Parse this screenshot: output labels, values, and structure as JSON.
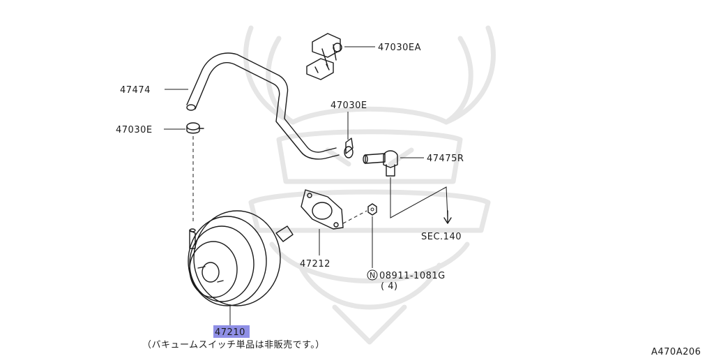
{
  "diagram": {
    "callouts": {
      "p47030ea": "47030EA",
      "p47474": "47474",
      "p47030e_left": "47030E",
      "p47030e_mid": "47030E",
      "p47475r": "47475R",
      "sec140": "SEC.140",
      "p47212": "47212",
      "p08911": "08911-1081G",
      "p08911_qty": "( 4)",
      "p47210": "47210"
    },
    "nut_symbol": "N",
    "note": "（バキュームスイッチ単品は非販売です。）",
    "drawing_code": "A470A206",
    "highlight_color": "#8f8fe6"
  }
}
